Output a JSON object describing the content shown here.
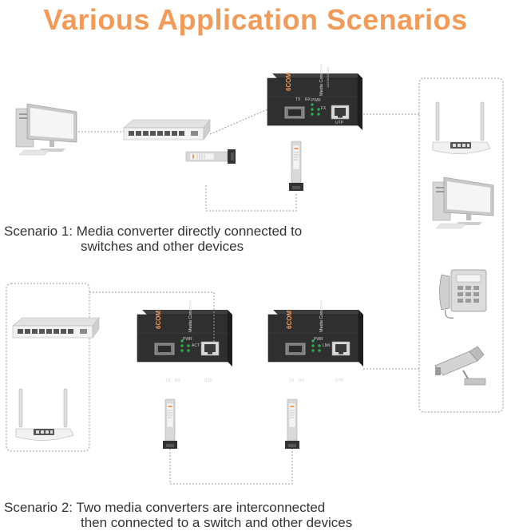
{
  "title": "Various Application Scenarios",
  "scenario1": {
    "line1": "Scenario 1: Media converter directly connected to",
    "line2": "switches and other devices"
  },
  "scenario2": {
    "line1": "Scenario 2: Two media converters are interconnected",
    "line2": "then connected to a switch and other devices"
  },
  "converter": {
    "brand": "6COM",
    "model": "Media Converter",
    "spec": "10/100/1000M",
    "port_utp": "UTP",
    "port_tx": "TX",
    "port_rx": "RX",
    "led_pwr": "PWR",
    "led_fx": "FX",
    "led_lnk": "LNK",
    "led_act": "ACT"
  },
  "colors": {
    "title": "#f29a58",
    "device_body": "#2f2f2f",
    "led": "#29b34a",
    "link_line": "#9a9a9a"
  },
  "icons": [
    "desktop-computer-icon",
    "network-switch-icon",
    "media-converter-icon",
    "sfp-module-icon",
    "wifi-router-icon",
    "telephone-icon",
    "cctv-camera-icon"
  ]
}
